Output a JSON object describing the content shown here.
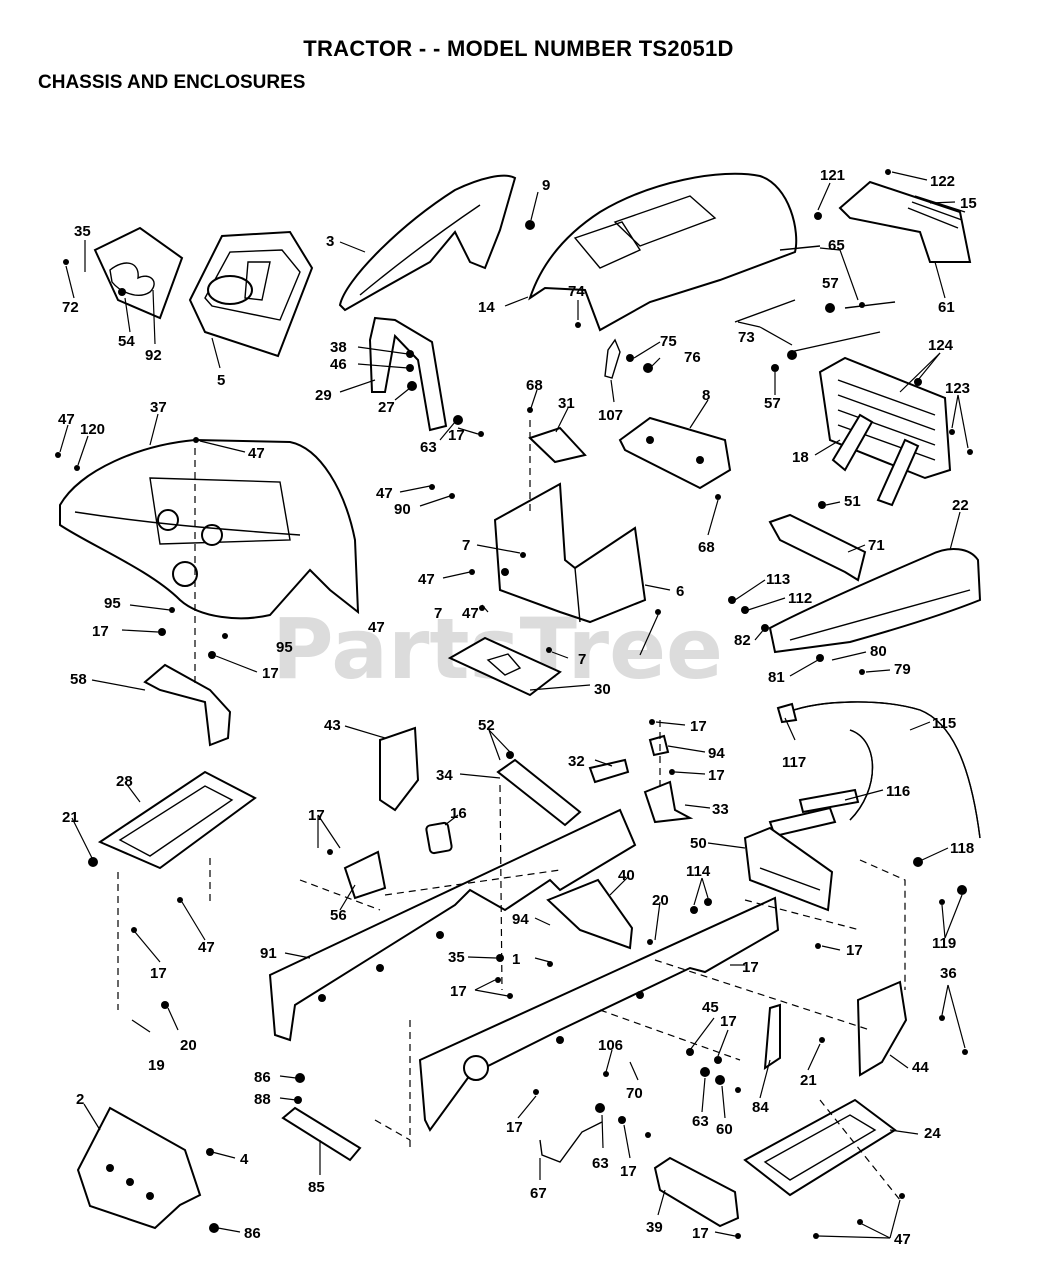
{
  "header": {
    "title": "TRACTOR - - MODEL NUMBER TS2051D",
    "subtitle": "CHASSIS AND ENCLOSURES"
  },
  "watermark": "PartsTree",
  "callouts": [
    {
      "id": "c1",
      "text": "9"
    },
    {
      "id": "c2",
      "text": "121"
    },
    {
      "id": "c3",
      "text": "122"
    },
    {
      "id": "c4",
      "text": "15"
    },
    {
      "id": "c5",
      "text": "35"
    },
    {
      "id": "c6",
      "text": "3"
    },
    {
      "id": "c7",
      "text": "65"
    },
    {
      "id": "c8",
      "text": "57"
    },
    {
      "id": "c9",
      "text": "72"
    },
    {
      "id": "c10",
      "text": "92"
    },
    {
      "id": "c11",
      "text": "54"
    },
    {
      "id": "c12",
      "text": "5"
    },
    {
      "id": "c13",
      "text": "14"
    },
    {
      "id": "c14",
      "text": "74"
    },
    {
      "id": "c15",
      "text": "61"
    },
    {
      "id": "c16",
      "text": "73"
    },
    {
      "id": "c17",
      "text": "38"
    },
    {
      "id": "c18",
      "text": "46"
    },
    {
      "id": "c19",
      "text": "29"
    },
    {
      "id": "c20",
      "text": "27"
    },
    {
      "id": "c21",
      "text": "75"
    },
    {
      "id": "c22",
      "text": "76"
    },
    {
      "id": "c23",
      "text": "124"
    },
    {
      "id": "c24",
      "text": "57"
    },
    {
      "id": "c25",
      "text": "123"
    },
    {
      "id": "c26",
      "text": "68"
    },
    {
      "id": "c27",
      "text": "31"
    },
    {
      "id": "c28",
      "text": "8"
    },
    {
      "id": "c29",
      "text": "107"
    },
    {
      "id": "c30",
      "text": "63"
    },
    {
      "id": "c31",
      "text": "17"
    },
    {
      "id": "c32",
      "text": "47"
    },
    {
      "id": "c33",
      "text": "120"
    },
    {
      "id": "c34",
      "text": "37"
    },
    {
      "id": "c35",
      "text": "47"
    },
    {
      "id": "c36",
      "text": "18"
    },
    {
      "id": "c37",
      "text": "47"
    },
    {
      "id": "c38",
      "text": "90"
    },
    {
      "id": "c39",
      "text": "68"
    },
    {
      "id": "c40",
      "text": "51"
    },
    {
      "id": "c41",
      "text": "22"
    },
    {
      "id": "c42",
      "text": "7"
    },
    {
      "id": "c43",
      "text": "71"
    },
    {
      "id": "c44",
      "text": "47"
    },
    {
      "id": "c45",
      "text": "6"
    },
    {
      "id": "c46",
      "text": "113"
    },
    {
      "id": "c47",
      "text": "112"
    },
    {
      "id": "c48",
      "text": "95"
    },
    {
      "id": "c49",
      "text": "47"
    },
    {
      "id": "c50",
      "text": "7"
    },
    {
      "id": "c51",
      "text": "82"
    },
    {
      "id": "c52",
      "text": "17"
    },
    {
      "id": "c53",
      "text": "95"
    },
    {
      "id": "c54",
      "text": "47"
    },
    {
      "id": "c55",
      "text": "7"
    },
    {
      "id": "c56",
      "text": "80"
    },
    {
      "id": "c57",
      "text": "17"
    },
    {
      "id": "c58",
      "text": "81"
    },
    {
      "id": "c59",
      "text": "79"
    },
    {
      "id": "c60",
      "text": "58"
    },
    {
      "id": "c61",
      "text": "30"
    },
    {
      "id": "c62",
      "text": "43"
    },
    {
      "id": "c63",
      "text": "52"
    },
    {
      "id": "c64",
      "text": "17"
    },
    {
      "id": "c65",
      "text": "115"
    },
    {
      "id": "c66",
      "text": "94"
    },
    {
      "id": "c67",
      "text": "32"
    },
    {
      "id": "c68",
      "text": "117"
    },
    {
      "id": "c69",
      "text": "34"
    },
    {
      "id": "c70",
      "text": "17"
    },
    {
      "id": "c71",
      "text": "28"
    },
    {
      "id": "c72",
      "text": "116"
    },
    {
      "id": "c73",
      "text": "33"
    },
    {
      "id": "c74",
      "text": "21"
    },
    {
      "id": "c75",
      "text": "17"
    },
    {
      "id": "c76",
      "text": "16"
    },
    {
      "id": "c77",
      "text": "50"
    },
    {
      "id": "c78",
      "text": "118"
    },
    {
      "id": "c79",
      "text": "40"
    },
    {
      "id": "c80",
      "text": "114"
    },
    {
      "id": "c81",
      "text": "56"
    },
    {
      "id": "c82",
      "text": "20"
    },
    {
      "id": "c83",
      "text": "47"
    },
    {
      "id": "c84",
      "text": "94"
    },
    {
      "id": "c85",
      "text": "119"
    },
    {
      "id": "c86",
      "text": "91"
    },
    {
      "id": "c87",
      "text": "35"
    },
    {
      "id": "c88",
      "text": "17"
    },
    {
      "id": "c89",
      "text": "17"
    },
    {
      "id": "c90",
      "text": "1"
    },
    {
      "id": "c91",
      "text": "17"
    },
    {
      "id": "c92",
      "text": "36"
    },
    {
      "id": "c93",
      "text": "17"
    },
    {
      "id": "c94",
      "text": "45"
    },
    {
      "id": "c95",
      "text": "17"
    },
    {
      "id": "c96",
      "text": "20"
    },
    {
      "id": "c97",
      "text": "19"
    },
    {
      "id": "c98",
      "text": "106"
    },
    {
      "id": "c99",
      "text": "21"
    },
    {
      "id": "c100",
      "text": "44"
    },
    {
      "id": "c101",
      "text": "86"
    },
    {
      "id": "c102",
      "text": "70"
    },
    {
      "id": "c103",
      "text": "88"
    },
    {
      "id": "c104",
      "text": "63"
    },
    {
      "id": "c105",
      "text": "60"
    },
    {
      "id": "c106",
      "text": "84"
    },
    {
      "id": "c107",
      "text": "2"
    },
    {
      "id": "c108",
      "text": "17"
    },
    {
      "id": "c109",
      "text": "24"
    },
    {
      "id": "c110",
      "text": "4"
    },
    {
      "id": "c111",
      "text": "63"
    },
    {
      "id": "c112",
      "text": "17"
    },
    {
      "id": "c113",
      "text": "85"
    },
    {
      "id": "c114",
      "text": "67"
    },
    {
      "id": "c115",
      "text": "39"
    },
    {
      "id": "c116",
      "text": "86"
    },
    {
      "id": "c117",
      "text": "17"
    },
    {
      "id": "c118",
      "text": "47"
    }
  ]
}
